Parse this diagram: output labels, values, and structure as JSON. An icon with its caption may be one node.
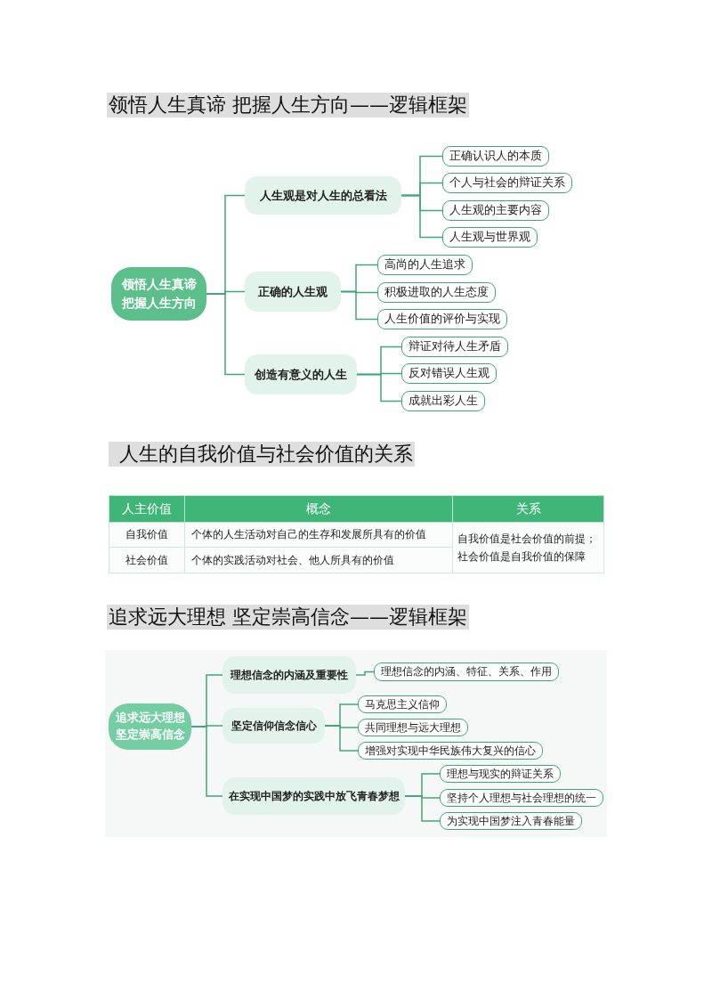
{
  "diagram": {
    "title": "领悟人生真谛 把握人生方向——逻辑框架",
    "nodes": [
      {
        "text": [
          "领悟人生真谛把握人生方向"
        ]
      },
      {
        "text": [
          "人生观是对人生的总看法"
        ]
      },
      {
        "text": [
          "正确认识人的本质"
        ]
      },
      {
        "text": [
          "个人与社会的辩证关系"
        ]
      },
      {
        "text": [
          "人生观的主要内容"
        ]
      },
      {
        "text": [
          "人生观与世界观"
        ]
      },
      {
        "text": [
          "正确的人生观"
        ]
      },
      {
        "text": [
          "高尚的人生追求"
        ]
      },
      {
        "text": [
          "积极进取的人生态度"
        ]
      },
      {
        "text": [
          "人生价值的评价与实现"
        ]
      },
      {
        "text": [
          "创造有意义的人生"
        ]
      },
      {
        "text": [
          "辩证对待人生矛盾"
        ]
      },
      {
        "text": [
          "反对错误人生观"
        ]
      },
      {
        "text": [
          "成就出彩人生"
        ]
      },
      {
        "text": [
          "追求远大理想坚定崇高信念"
        ]
      },
      {
        "text": [
          "理想信念的内涵及重要性"
        ]
      },
      {
        "text": [
          "理想信念的内涵、特征、关系、作用"
        ]
      },
      {
        "text": [
          "坚定信仰信念信心"
        ]
      },
      {
        "text": [
          "马克思主义信仰"
        ]
      },
      {
        "text": [
          "共同理想与远大理想"
        ]
      },
      {
        "text": [
          "增强对实现中华民族伟大复兴的信心"
        ]
      },
      {
        "text": [
          "在实现中国梦的实践中放飞青春梦想"
        ]
      },
      {
        "text": [
          "理想与现实的辩证关系"
        ]
      },
      {
        "text": [
          "坚持个人理想与社会理想的统一"
        ]
      },
      {
        "text": [
          "为实现中国梦注入青春能量"
        ]
      }
    ],
    "edges": [
      {
        "from": 0,
        "to": 1,
        "arrow": "none"
      },
      {
        "from": 0,
        "to": 6,
        "arrow": "none"
      },
      {
        "from": 0,
        "to": 10,
        "arrow": "none"
      },
      {
        "from": 1,
        "to": 2,
        "arrow": "none"
      },
      {
        "from": 1,
        "to": 3,
        "arrow": "none"
      },
      {
        "from": 1,
        "to": 4,
        "arrow": "none"
      },
      {
        "from": 1,
        "to": 5,
        "arrow": "none"
      },
      {
        "from": 6,
        "to": 7,
        "arrow": "none"
      },
      {
        "from": 6,
        "to": 8,
        "arrow": "none"
      },
      {
        "from": 6,
        "to": 9,
        "arrow": "none"
      },
      {
        "from": 10,
        "to": 11,
        "arrow": "none"
      },
      {
        "from": 10,
        "to": 12,
        "arrow": "none"
      },
      {
        "from": 10,
        "to": 13,
        "arrow": "none"
      },
      {
        "from": 14,
        "to": 15,
        "arrow": "none"
      },
      {
        "from": 14,
        "to": 17,
        "arrow": "none"
      },
      {
        "from": 14,
        "to": 21,
        "arrow": "none"
      },
      {
        "from": 15,
        "to": 16,
        "arrow": "none"
      },
      {
        "from": 17,
        "to": 18,
        "arrow": "none"
      },
      {
        "from": 17,
        "to": 19,
        "arrow": "none"
      },
      {
        "from": 17,
        "to": 20,
        "arrow": "none"
      },
      {
        "from": 21,
        "to": 22,
        "arrow": "none"
      },
      {
        "from": 21,
        "to": 23,
        "arrow": "none"
      },
      {
        "from": 21,
        "to": 24,
        "arrow": "none"
      }
    ],
    "labels": [
      "人生的自我价值与社会价值的关系",
      "人主价值",
      "概念",
      "关系",
      "自我价值",
      "个体的人生活动对自己的生存和发展所具有的价值",
      "自我价值是社会价值的前提；社会价值是自我价值的保障",
      "社会价值",
      "个体的实践活动对社会、他人所具有的价值",
      "追求远大理想 坚定崇高信念——逻辑框架"
    ]
  }
}
